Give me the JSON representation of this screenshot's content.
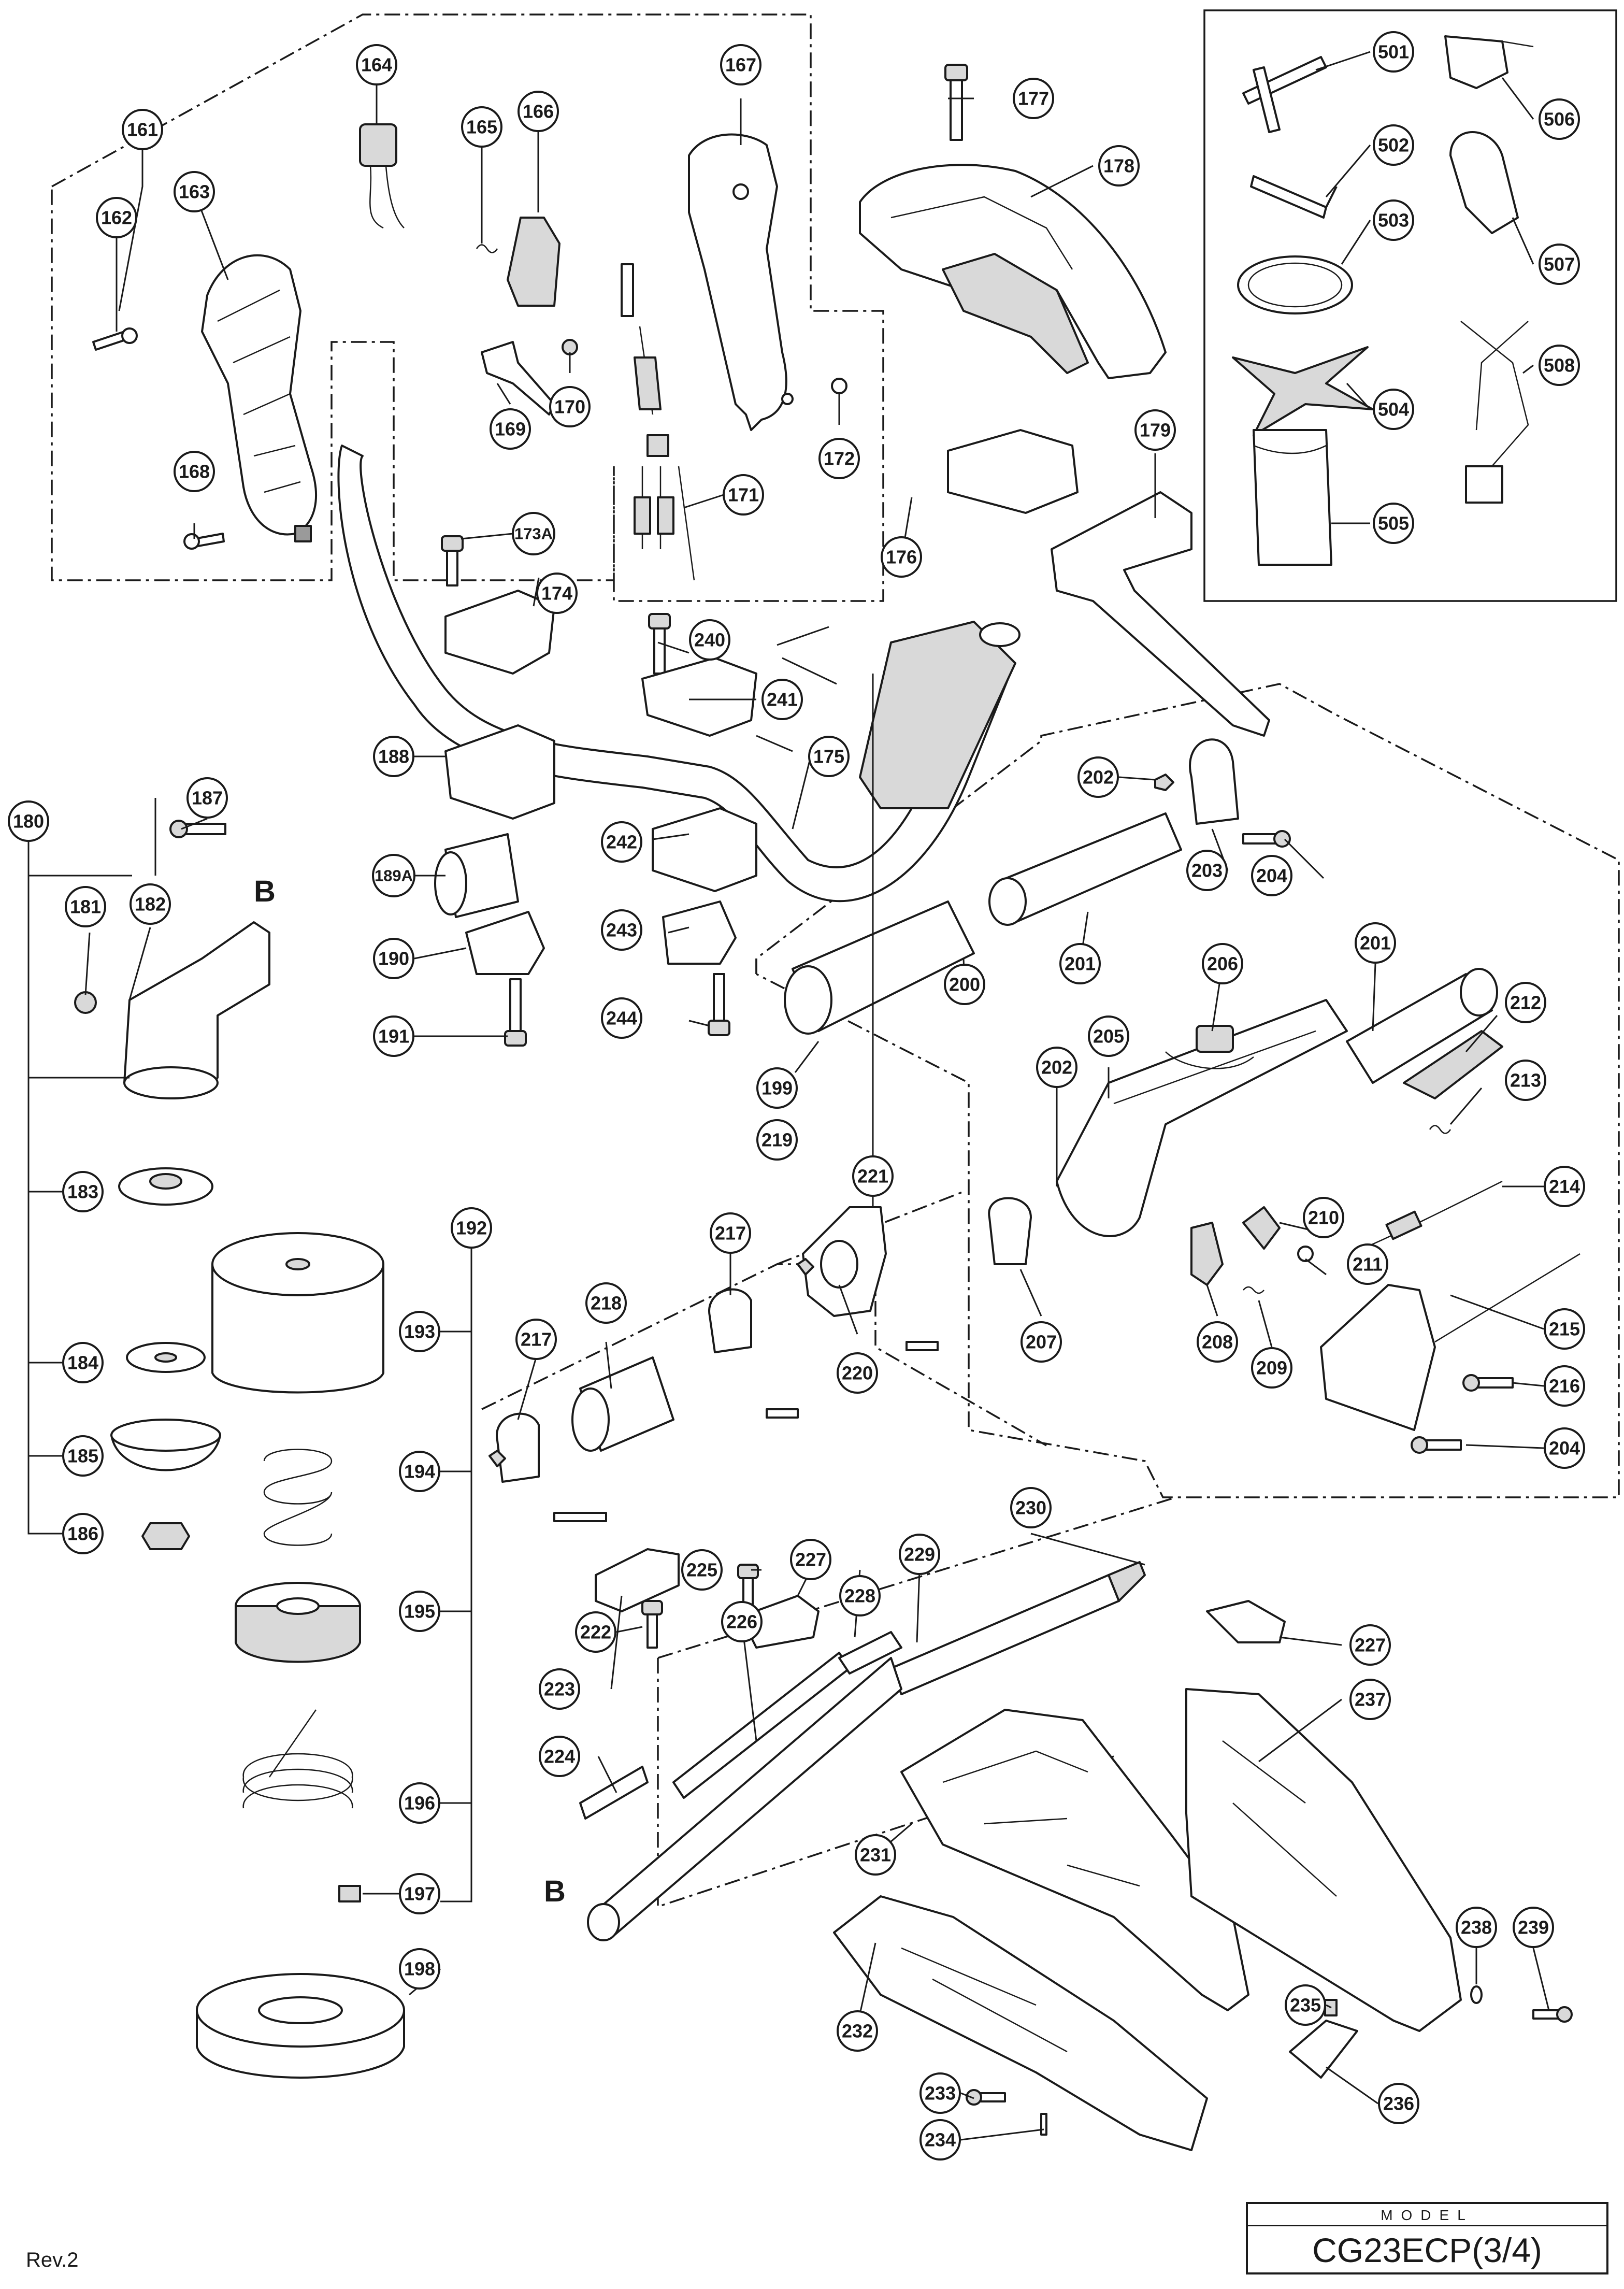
{
  "document": {
    "model_label": "MODEL",
    "model_name": "CG23ECP(3/4)",
    "revision": "Rev.2"
  },
  "reference_letters": [
    "B",
    "B"
  ],
  "callouts": {
    "c161": "161",
    "c162": "162",
    "c163": "163",
    "c164": "164",
    "c165": "165",
    "c166": "166",
    "c167": "167",
    "c168": "168",
    "c169": "169",
    "c170": "170",
    "c171": "171",
    "c172": "172",
    "c173A": "173A",
    "c174": "174",
    "c175": "175",
    "c176": "176",
    "c177": "177",
    "c178": "178",
    "c179": "179",
    "c180": "180",
    "c181": "181",
    "c182": "182",
    "c183": "183",
    "c184": "184",
    "c185": "185",
    "c186": "186",
    "c187": "187",
    "c188": "188",
    "c189A": "189A",
    "c190": "190",
    "c191": "191",
    "c192": "192",
    "c193": "193",
    "c194": "194",
    "c195": "195",
    "c196": "196",
    "c197": "197",
    "c198": "198",
    "c199": "199",
    "c200": "200",
    "c201a": "201",
    "c201b": "201",
    "c202a": "202",
    "c202b": "202",
    "c203": "203",
    "c204a": "204",
    "c204b": "204",
    "c205": "205",
    "c206": "206",
    "c207": "207",
    "c208": "208",
    "c209": "209",
    "c210": "210",
    "c211": "211",
    "c212": "212",
    "c213": "213",
    "c214": "214",
    "c215": "215",
    "c216": "216",
    "c217a": "217",
    "c217b": "217",
    "c218": "218",
    "c219": "219",
    "c220": "220",
    "c221": "221",
    "c222": "222",
    "c223": "223",
    "c224": "224",
    "c225": "225",
    "c226": "226",
    "c227a": "227",
    "c227b": "227",
    "c228": "228",
    "c229": "229",
    "c230": "230",
    "c231": "231",
    "c232": "232",
    "c233": "233",
    "c234": "234",
    "c235": "235",
    "c236": "236",
    "c237": "237",
    "c238": "238",
    "c239": "239",
    "c240": "240",
    "c241": "241",
    "c242": "242",
    "c243": "243",
    "c244": "244",
    "c501": "501",
    "c502": "502",
    "c503": "503",
    "c504": "504",
    "c505": "505",
    "c506": "506",
    "c507": "507",
    "c508": "508"
  }
}
